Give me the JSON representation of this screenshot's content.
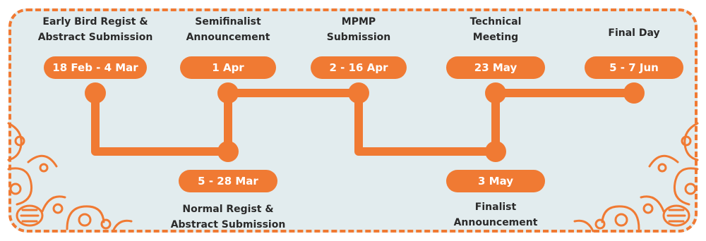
{
  "colors": {
    "accent": "#f07a33",
    "background": "#e2ecee",
    "text": "#2a2a2a",
    "pill_text": "#ffffff"
  },
  "milestones": [
    {
      "id": "early-bird",
      "title_lines": [
        "Early Bird Regist &",
        "Abstract Submission"
      ],
      "date": "18 Feb - 4 Mar"
    },
    {
      "id": "normal-regist",
      "title_lines": [
        "Normal Regist &",
        "Abstract Submission"
      ],
      "date": "5 - 28 Mar"
    },
    {
      "id": "semifinalist",
      "title_lines": [
        "Semifinalist",
        "Announcement"
      ],
      "date": "1 Apr"
    },
    {
      "id": "mpmp",
      "title_lines": [
        "MPMP",
        "Submission"
      ],
      "date": "2 - 16 Apr"
    },
    {
      "id": "finalist",
      "title_lines": [
        "Finalist",
        "Announcement"
      ],
      "date": "3 May"
    },
    {
      "id": "technical",
      "title_lines": [
        "Technical",
        "Meeting"
      ],
      "date": "23 May"
    },
    {
      "id": "final-day",
      "title_lines": [
        "Final Day"
      ],
      "date": "5 - 7 Jun"
    }
  ],
  "decorations": [
    "batik-swirl-ornament-left",
    "batik-swirl-ornament-right"
  ]
}
